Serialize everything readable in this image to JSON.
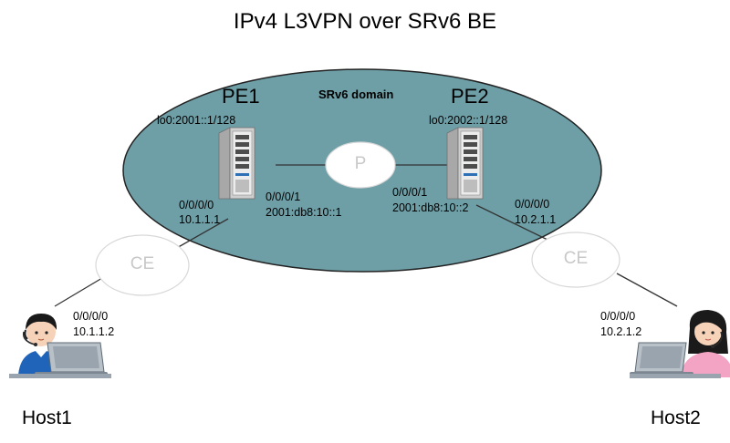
{
  "title": "IPv4 L3VPN over SRv6 BE",
  "domain_label": "SRv6 domain",
  "colors": {
    "domain_fill": "#6e9fa7",
    "domain_stroke": "#222222",
    "node_fill": "#ffffff",
    "node_stroke": "#d8d8d8",
    "node_text": "#c8c8c8",
    "link": "#333333"
  },
  "pe1": {
    "name": "PE1",
    "loopback": "lo0:2001::1/128",
    "if_ce": "0/0/0/0",
    "if_ce_ip": "10.1.1.1",
    "if_p": "0/0/0/1",
    "if_p_ip": "2001:db8:10::1"
  },
  "pe2": {
    "name": "PE2",
    "loopback": "lo0:2002::1/128",
    "if_p": "0/0/0/1",
    "if_p_ip": "2001:db8:10::2",
    "if_ce": "0/0/0/0",
    "if_ce_ip": "10.2.1.1"
  },
  "p": {
    "name": "P"
  },
  "ce1": {
    "name": "CE"
  },
  "ce2": {
    "name": "CE"
  },
  "host1": {
    "name": "Host1",
    "if": "0/0/0/0",
    "ip": "10.1.1.2"
  },
  "host2": {
    "name": "Host2",
    "if": "0/0/0/0",
    "ip": "10.2.1.2"
  }
}
